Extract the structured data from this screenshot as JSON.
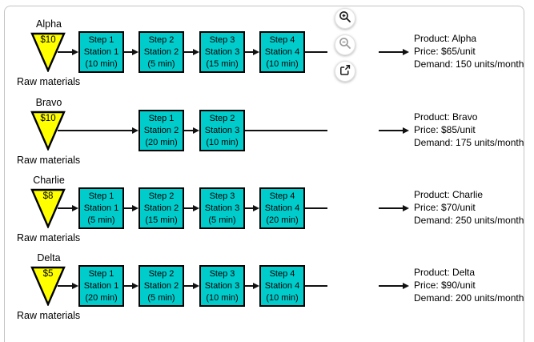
{
  "colors": {
    "station_fill": "#00CCCC",
    "raw_triangle_fill": "#FFFF00",
    "shape_border": "#000000",
    "connector": "#111111",
    "panel_border": "#C4C4C4"
  },
  "controls": {
    "zoom_in_icon": "magnifier-plus",
    "zoom_out_icon": "magnifier-minus",
    "open_external_icon": "open-in-new"
  },
  "rows": [
    {
      "name": "Alpha",
      "raw_cost": "$10",
      "raw_label": "Raw materials",
      "stations": [
        {
          "step": "Step 1",
          "station": "Station 1",
          "time": "(10 min)"
        },
        {
          "step": "Step 2",
          "station": "Station 2",
          "time": "(5 min)"
        },
        {
          "step": "Step 3",
          "station": "Station 3",
          "time": "(15 min)"
        },
        {
          "step": "Step 4",
          "station": "Station 4",
          "time": "(10 min)"
        }
      ],
      "product": "Product: Alpha",
      "price": "Price: $65/unit",
      "demand": "Demand: 150 units/month"
    },
    {
      "name": "Bravo",
      "raw_cost": "$10",
      "raw_label": "Raw materials",
      "stations": [
        {
          "step": "Step 1",
          "station": "Station 2",
          "time": "(20 min)"
        },
        {
          "step": "Step 2",
          "station": "Station 3",
          "time": "(10 min)"
        }
      ],
      "product": "Product: Bravo",
      "price": "Price: $85/unit",
      "demand": "Demand: 175 units/month"
    },
    {
      "name": "Charlie",
      "raw_cost": "$8",
      "raw_label": "Raw materials",
      "stations": [
        {
          "step": "Step 1",
          "station": "Station 1",
          "time": "(5 min)"
        },
        {
          "step": "Step 2",
          "station": "Station 2",
          "time": "(15 min)"
        },
        {
          "step": "Step 3",
          "station": "Station 3",
          "time": "(5 min)"
        },
        {
          "step": "Step 4",
          "station": "Station 4",
          "time": "(20 min)"
        }
      ],
      "product": "Product: Charlie",
      "price": "Price: $70/unit",
      "demand": "Demand: 250 units/month"
    },
    {
      "name": "Delta",
      "raw_cost": "$5",
      "raw_label": "Raw materials",
      "stations": [
        {
          "step": "Step 1",
          "station": "Station 1",
          "time": "(20 min)"
        },
        {
          "step": "Step 2",
          "station": "Station 2",
          "time": "(5 min)"
        },
        {
          "step": "Step 3",
          "station": "Station 3",
          "time": "(10 min)"
        },
        {
          "step": "Step 4",
          "station": "Station 4",
          "time": "(10 min)"
        }
      ],
      "product": "Product: Delta",
      "price": "Price: $90/unit",
      "demand": "Demand: 200 units/month"
    }
  ]
}
